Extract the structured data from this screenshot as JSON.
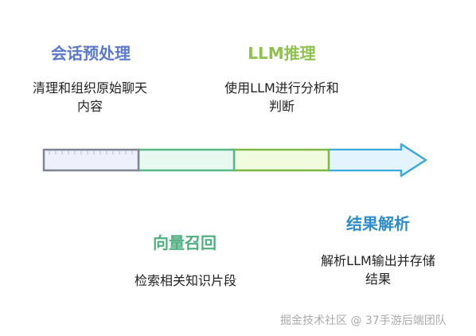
{
  "stages": [
    {
      "title": "会话预处理",
      "desc_line1": "清理和组织原始聊天",
      "desc_line2": "内容",
      "color": "#5a79cc",
      "fill": "#eef0fb",
      "stroke": "#7f8594"
    },
    {
      "title": "LLM推理",
      "desc_line1": "使用LLM进行分析和",
      "desc_line2": "判断",
      "color": "#8fc24a",
      "fill": "#e8f9f1",
      "stroke": "#58b889"
    },
    {
      "title": "向量召回",
      "desc_line1": "检索相关知识片段",
      "desc_line2": "",
      "color": "#4fb07f",
      "fill": "#f1fbdf",
      "stroke": "#7cb843"
    },
    {
      "title": "结果解析",
      "desc_line1": "解析LLM输出并存储",
      "desc_line2": "结果",
      "color": "#2e8dc8",
      "fill": "#e4f4fc",
      "stroke": "#3aa9dc"
    }
  ],
  "watermark": "掘金技术社区 @ 37手游后端团队"
}
